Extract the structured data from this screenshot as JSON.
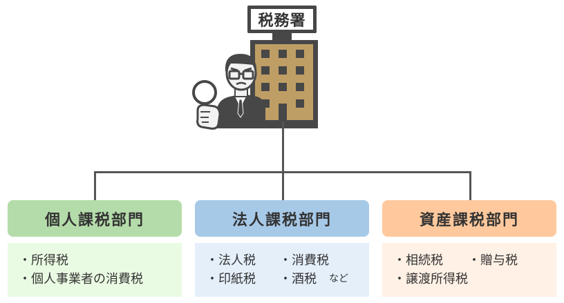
{
  "office": {
    "sign_label": "税務署"
  },
  "colors": {
    "kojin_head": "#b4dcaa",
    "kojin_body": "#eafbe3",
    "hojin_head": "#a7c9e8",
    "hojin_body": "#e4effa",
    "shisan_head": "#ffc99d",
    "shisan_body": "#fff1e5",
    "line": "#555555",
    "building": "#bf9e65"
  },
  "departments": [
    {
      "title": "個人課税部門",
      "taxes_row1": [
        "・所得税"
      ],
      "taxes_row2": [
        "・個人事業者の消費税"
      ]
    },
    {
      "title": "法人課税部門",
      "taxes_row1": [
        "・法人税",
        "・消費税"
      ],
      "taxes_row2": [
        "・印紙税",
        "・酒税"
      ],
      "suffix": "など"
    },
    {
      "title": "資産課税部門",
      "taxes_row1": [
        "・相続税",
        "・贈与税"
      ],
      "taxes_row2": [
        "・譲渡所得税"
      ]
    }
  ]
}
